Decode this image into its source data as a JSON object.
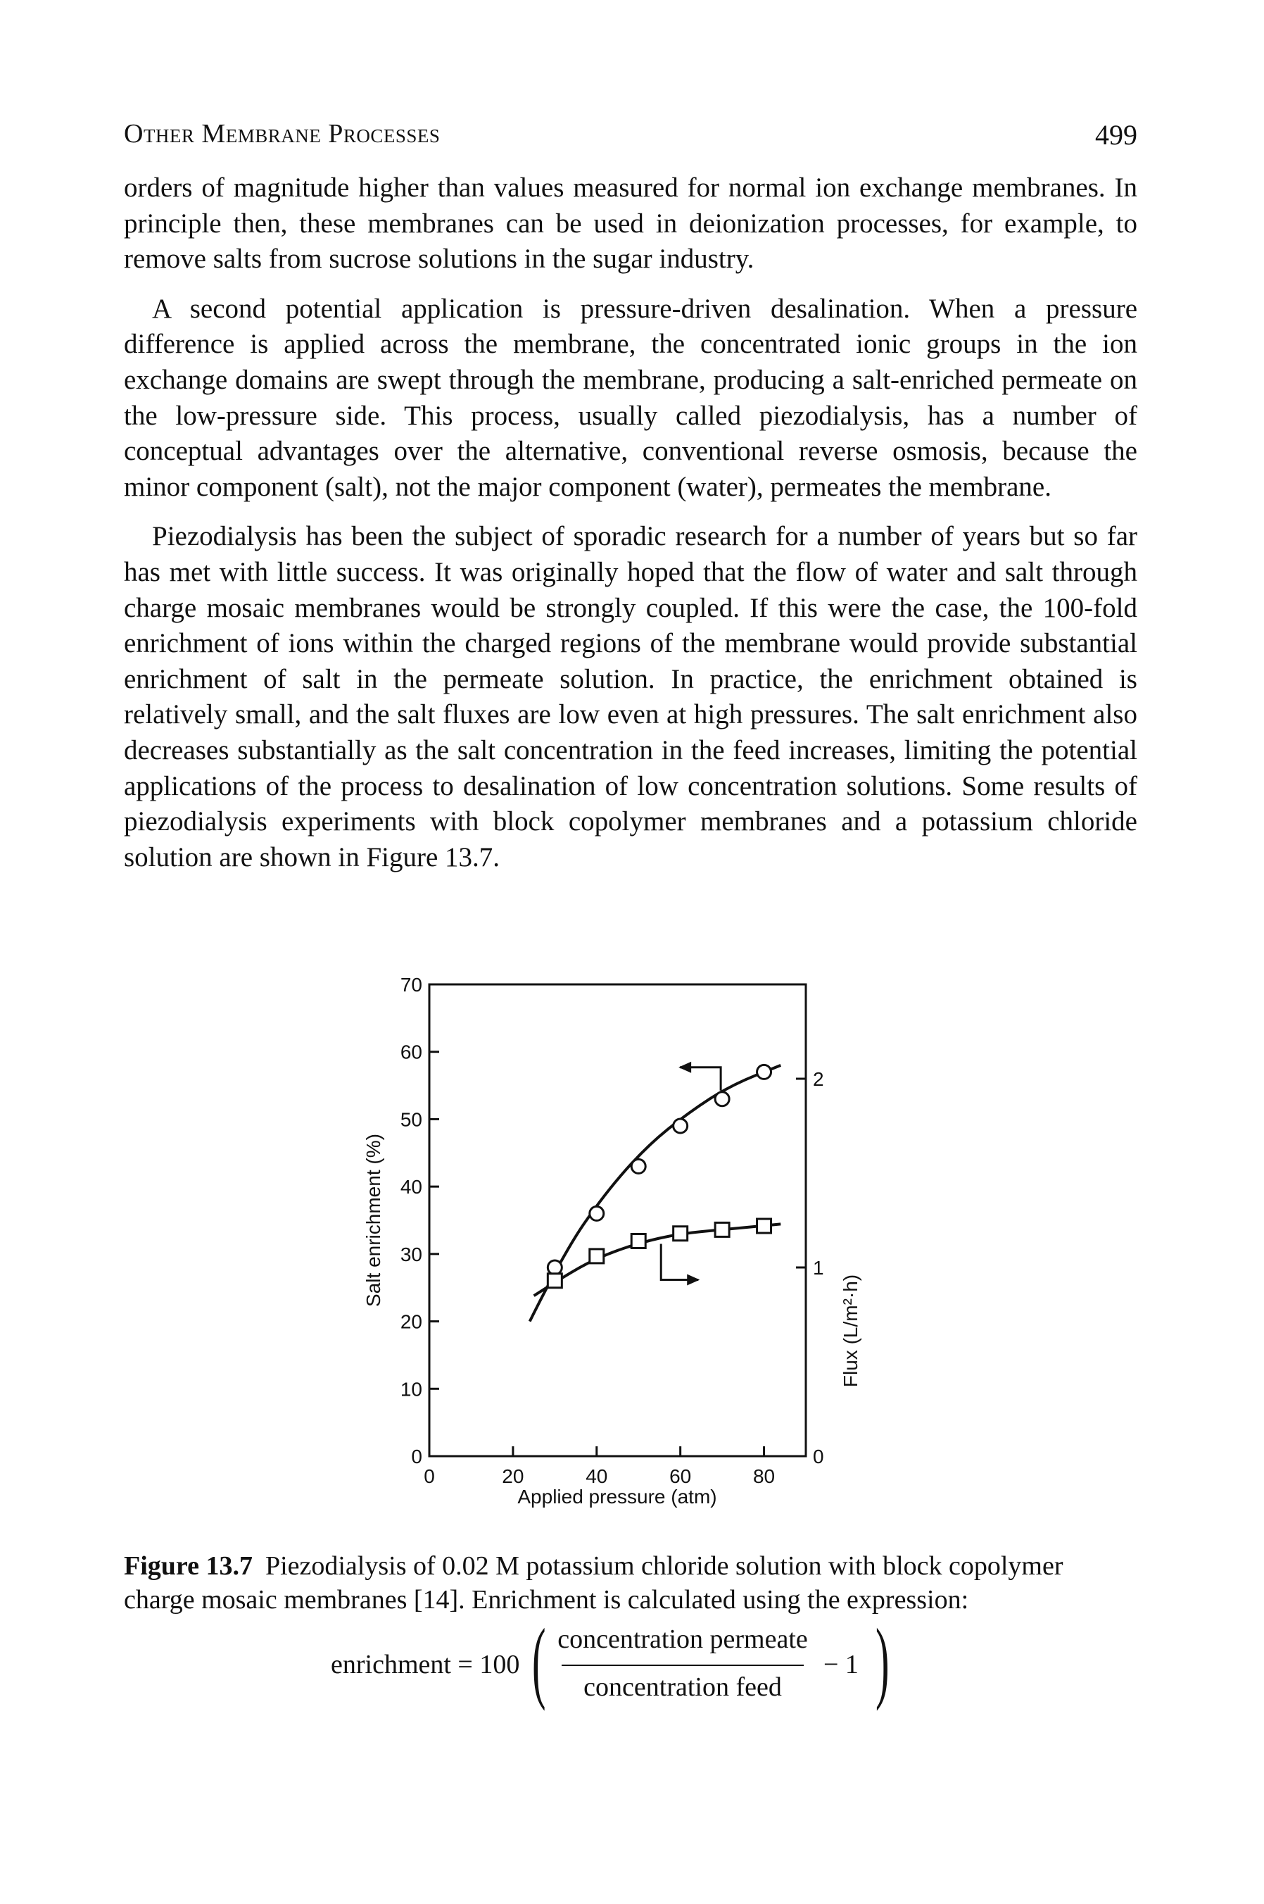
{
  "header": {
    "running_title": "Other Membrane Processes",
    "page_number": "499"
  },
  "paragraphs": [
    "orders of magnitude higher than values measured for normal ion exchange membranes. In principle then, these membranes can be used in deionization processes, for example, to remove salts from sucrose solutions in the sugar industry.",
    "A second potential application is pressure-driven desalination. When a pressure difference is applied across the membrane, the concentrated ionic groups in the ion exchange domains are swept through the membrane, producing a salt-enriched permeate on the low-pressure side. This process, usually called piezodialysis, has a number of conceptual advantages over the alternative, conventional reverse osmosis, because the minor component (salt), not the major component (water), permeates the membrane.",
    "Piezodialysis has been the subject of sporadic research for a number of years but so far has met with little success. It was originally hoped that the flow of water and salt through charge mosaic membranes would be strongly coupled. If this were the case, the 100-fold enrichment of ions within the charged regions of the membrane would provide substantial enrichment of salt in the permeate solution. In practice, the enrichment obtained is relatively small, and the salt fluxes are low even at high pressures. The salt enrichment also decreases substantially as the salt concentration in the feed increases, limiting the potential applications of the process to desalination of low concentration solutions. Some results of piezodialysis experiments with block copolymer membranes and a potassium chloride solution are shown in Figure 13.7."
  ],
  "chart_data": {
    "type": "scatter",
    "xlabel": "Applied pressure (atm)",
    "ylabel": "Salt enrichment (%)",
    "y2label": "Flux (L/m²·h)",
    "xlim": [
      0,
      90
    ],
    "ylim": [
      0,
      70
    ],
    "y2lim": [
      0,
      2.5
    ],
    "x_ticks": [
      0,
      20,
      40,
      60,
      80
    ],
    "y_ticks": [
      0,
      10,
      20,
      30,
      40,
      50,
      60,
      70
    ],
    "y2_ticks": [
      0,
      1,
      2
    ],
    "grid": false,
    "series": [
      {
        "marker": "circle",
        "axis": "left",
        "x": [
          30,
          40,
          50,
          60,
          70,
          80
        ],
        "y": [
          28,
          36,
          43,
          49,
          53,
          57
        ],
        "curve_x": [
          24,
          32,
          42,
          52,
          62,
          72,
          84
        ],
        "curve_y": [
          20,
          30,
          39,
          46,
          51,
          55,
          58
        ]
      },
      {
        "marker": "square",
        "axis": "right",
        "x": [
          30,
          40,
          50,
          60,
          70,
          80
        ],
        "y": [
          0.93,
          1.06,
          1.14,
          1.18,
          1.2,
          1.22
        ],
        "curve_x": [
          25,
          32,
          40,
          50,
          60,
          70,
          84
        ],
        "curve_y": [
          0.85,
          0.95,
          1.05,
          1.13,
          1.18,
          1.2,
          1.23
        ]
      }
    ]
  },
  "caption": {
    "label": "Figure 13.7",
    "text": "Piezodialysis of 0.02 M potassium chloride solution with block copolymer charge mosaic membranes [14]. Enrichment is calculated using the expression:"
  },
  "equation": {
    "lhs": "enrichment = 100",
    "numerator": "concentration permeate",
    "denominator": "concentration feed",
    "tail": "− 1"
  }
}
